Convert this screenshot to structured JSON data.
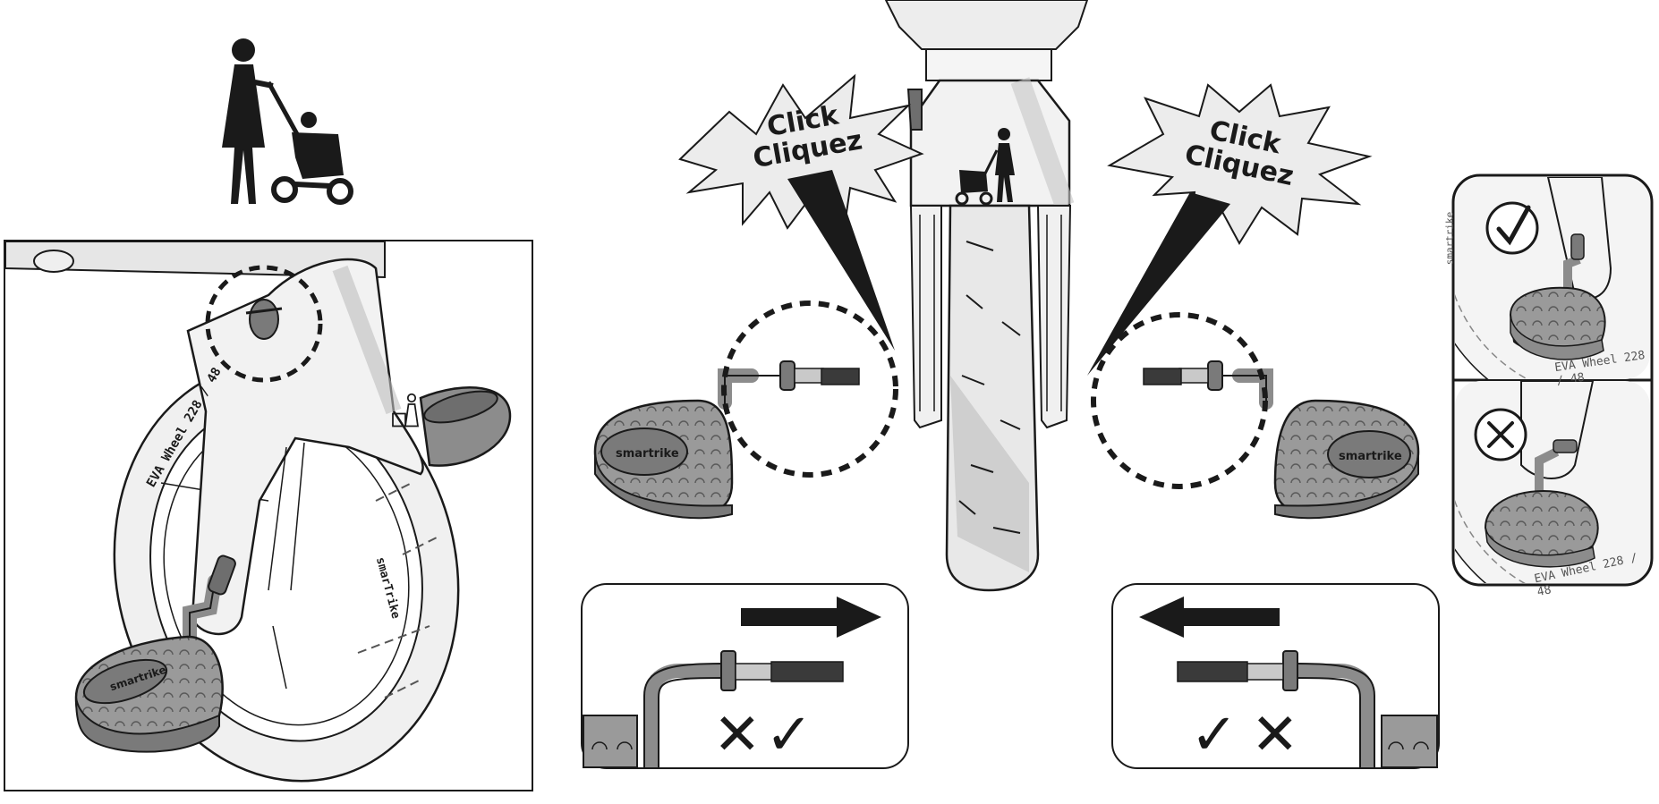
{
  "left_panel": {
    "icon": "parent-pushing-trike-icon",
    "brand_on_pedal": "smartrike",
    "brand_on_fork": "smarTrike",
    "tire_label": "EVA Wheel 228 / 48"
  },
  "center": {
    "burst_left": {
      "line1": "Click",
      "line2": "Cliquez"
    },
    "burst_right": {
      "line1": "Click",
      "line2": "Cliquez"
    },
    "fork_icon": "parent-pushing-trike-icon",
    "pedal_brand_left": "smartrike",
    "pedal_brand_right": "smartrike"
  },
  "boxes": {
    "left": {
      "arrow": "arrow-right-icon",
      "wrong_mark": "✕",
      "right_mark": "✓"
    },
    "right": {
      "arrow": "arrow-left-icon",
      "right_mark": "✓",
      "wrong_mark": "✕"
    }
  },
  "side_panel": {
    "top": {
      "status_icon": "check-circle-icon",
      "tire_label": "EVA Wheel 228 / 48",
      "side_text": "smartrike"
    },
    "bottom": {
      "status_icon": "cross-circle-icon",
      "tire_label": "EVA Wheel 228 / 48"
    }
  },
  "colors": {
    "ink": "#1a1a1a",
    "pedal_gray": "#8c8c8c",
    "light_gray": "#d9d9d9",
    "wheel_gray": "#e6e6e6"
  }
}
